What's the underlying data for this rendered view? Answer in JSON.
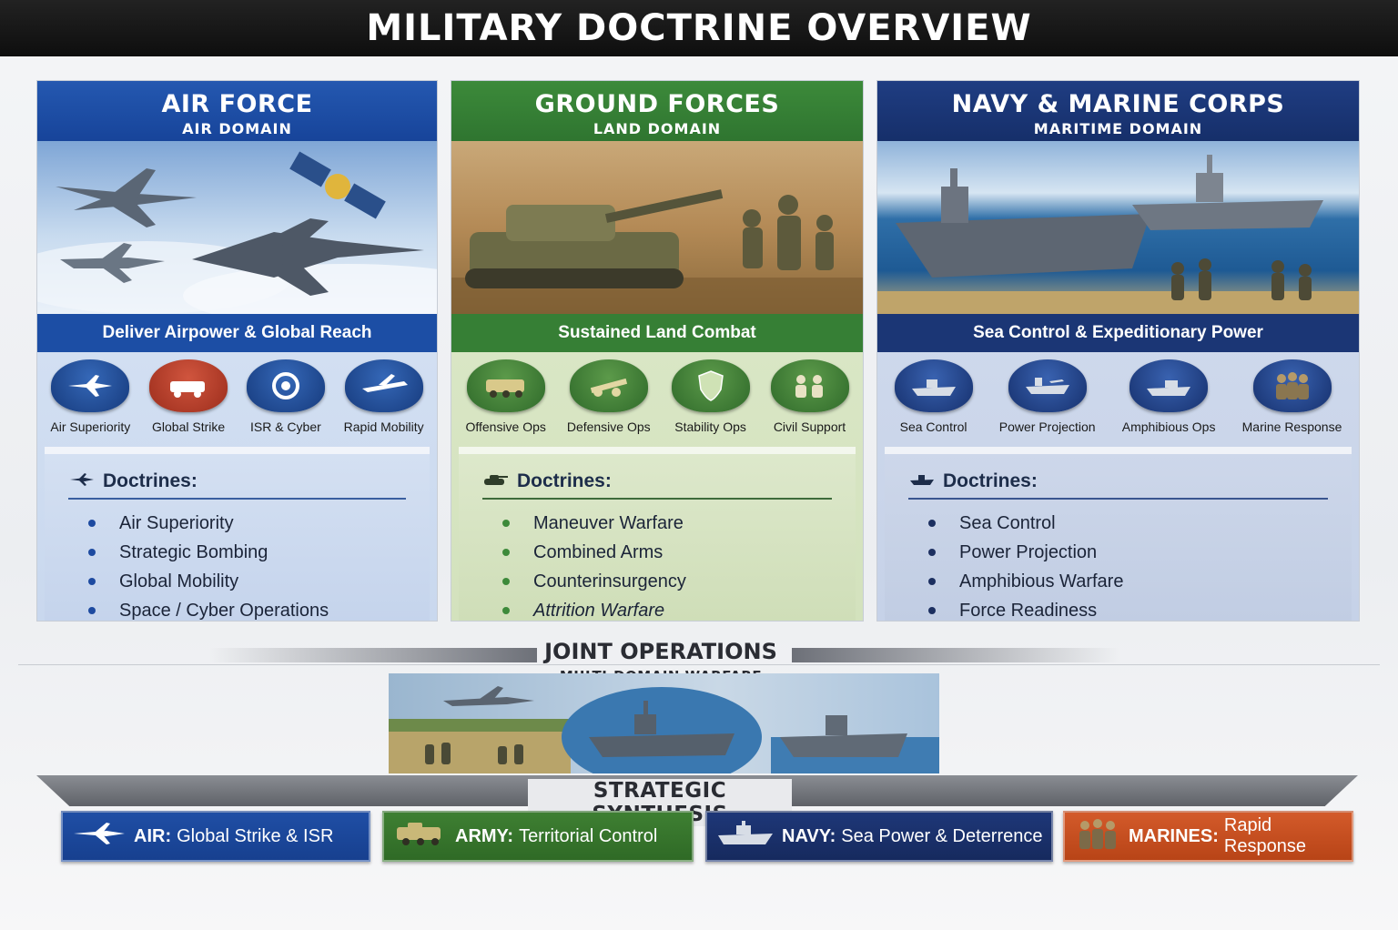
{
  "header": {
    "title": "MILITARY DOCTRINE OVERVIEW"
  },
  "panels": [
    {
      "title": "AIR FORCE",
      "subtitle": "AIR DOMAIN",
      "tagline": "Deliver Airpower & Global Reach",
      "capabilities": [
        "Air Superiority",
        "Global Strike",
        "ISR & Cyber",
        "Rapid Mobility"
      ],
      "doctrines_label": "Doctrines:",
      "doctrines": [
        "Air Superiority",
        "Strategic Bombing",
        "Global Mobility",
        "Space / Cyber Operations"
      ]
    },
    {
      "title": "GROUND FORCES",
      "subtitle": "LAND DOMAIN",
      "tagline": "Sustained Land Combat",
      "capabilities": [
        "Offensive Ops",
        "Defensive Ops",
        "Stability Ops",
        "Civil Support"
      ],
      "doctrines_label": "Doctrines:",
      "doctrines": [
        "Maneuver Warfare",
        "Combined Arms",
        "Counterinsurgency",
        "Attrition Warfare"
      ]
    },
    {
      "title": "NAVY & MARINE CORPS",
      "subtitle": "MARITIME DOMAIN",
      "tagline": "Sea Control & Expeditionary Power",
      "capabilities": [
        "Sea Control",
        "Power Projection",
        "Amphibious Ops",
        "Marine Response"
      ],
      "doctrines_label": "Doctrines:",
      "doctrines": [
        "Sea Control",
        "Power Projection",
        "Amphibious Warfare",
        "Force Readiness"
      ]
    }
  ],
  "joint": {
    "title": "JOINT OPERATIONS",
    "subtitle": "MULTI-DOMAIN WARFARE"
  },
  "synthesis": {
    "title": "STRATEGIC SYNTHESIS",
    "items": [
      {
        "service": "AIR:",
        "role": "Global Strike & ISR",
        "icon": "jet-icon"
      },
      {
        "service": "ARMY:",
        "role": "Territorial Control",
        "icon": "armored-vehicle-icon"
      },
      {
        "service": "NAVY:",
        "role": "Sea Power & Deterrence",
        "icon": "warship-icon"
      },
      {
        "service": "MARINES:",
        "role": "Rapid Response",
        "icon": "marines-icon"
      }
    ]
  },
  "colors": {
    "air": "#1c4ea5",
    "ground": "#367f35",
    "navy": "#1b3675",
    "marines": "#c44d20",
    "header": "#111111"
  }
}
